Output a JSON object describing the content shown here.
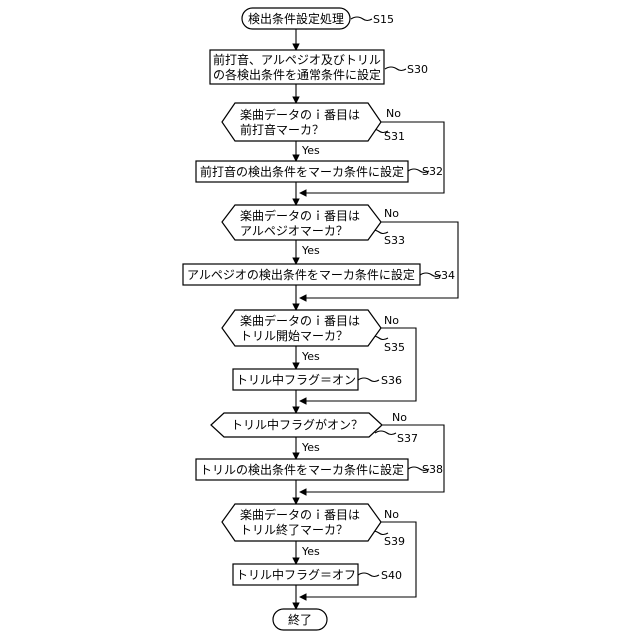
{
  "flowchart": {
    "start": {
      "text": "検出条件設定処理",
      "step": "S15"
    },
    "s30": {
      "lines": [
        "前打音、アルペジオ及びトリル",
        "の各検出条件を通常条件に設定"
      ],
      "step": "S30"
    },
    "s31": {
      "lines": [
        "楽曲データのｉ番目は",
        "前打音マーカ？"
      ],
      "step": "S31",
      "no": "No",
      "yes": "Yes"
    },
    "s32": {
      "text": "前打音の検出条件をマーカ条件に設定",
      "step": "S32"
    },
    "s33": {
      "lines": [
        "楽曲データのｉ番目は",
        "アルペジオマーカ？"
      ],
      "step": "S33",
      "no": "No",
      "yes": "Yes"
    },
    "s34": {
      "text": "アルペジオの検出条件をマーカ条件に設定",
      "step": "S34"
    },
    "s35": {
      "lines": [
        "楽曲データのｉ番目は",
        "トリル開始マーカ？"
      ],
      "step": "S35",
      "no": "No",
      "yes": "Yes"
    },
    "s36": {
      "text": "トリル中フラグ＝オン",
      "step": "S36"
    },
    "s37": {
      "text": "トリル中フラグがオン？",
      "step": "S37",
      "no": "No",
      "yes": "Yes"
    },
    "s38": {
      "text": "トリルの検出条件をマーカ条件に設定",
      "step": "S38"
    },
    "s39": {
      "lines": [
        "楽曲データのｉ番目は",
        "トリル終了マーカ？"
      ],
      "step": "S39",
      "no": "No",
      "yes": "Yes"
    },
    "s40": {
      "text": "トリル中フラグ＝オフ",
      "step": "S40"
    },
    "end": {
      "text": "終了"
    }
  }
}
